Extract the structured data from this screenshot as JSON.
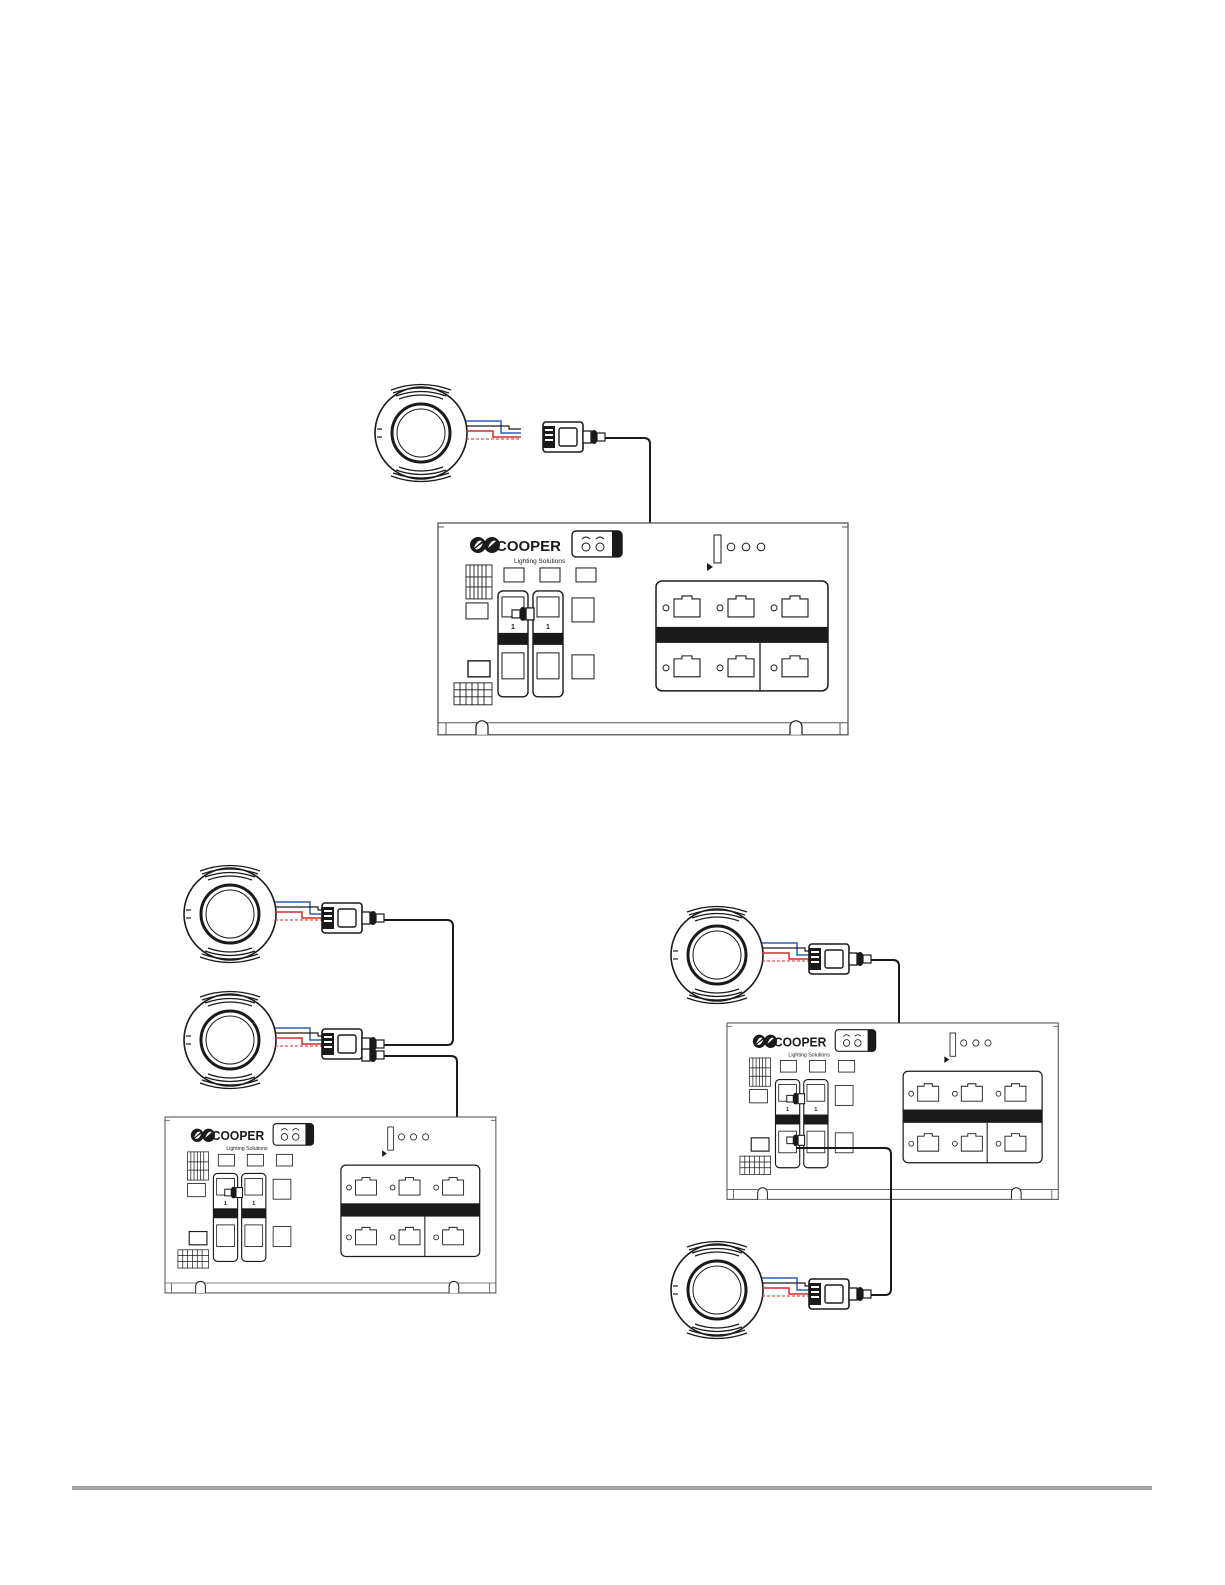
{
  "brand": {
    "name": "COOPER",
    "subtitle": "Lighting Solutions",
    "module_number": "1"
  },
  "colors": {
    "wire_blue": "#2e5fb8",
    "wire_red": "#d62b2b",
    "line": "#1a1a1a",
    "footer_rule": "#a6a6a6"
  },
  "icons": {
    "sensor": "ceiling-occupancy-sensor-icon",
    "adapter": "rj45-wire-adapter-icon",
    "controller": "room-controller-panel-icon",
    "logo": "cooper-logo-icon"
  }
}
